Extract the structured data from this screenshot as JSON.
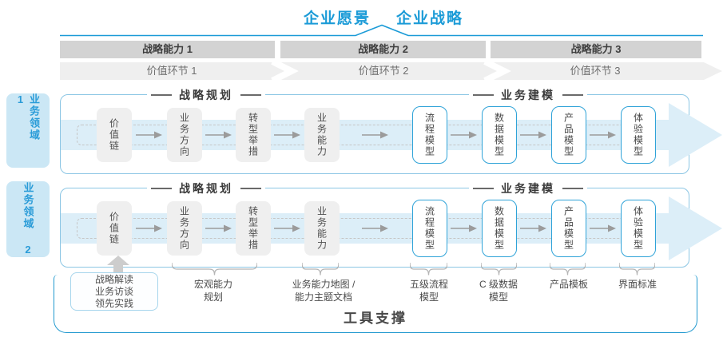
{
  "header": {
    "vision": "企业愿景",
    "strategy": "企业战略"
  },
  "capability_bars": [
    {
      "label": "战略能力 1"
    },
    {
      "label": "战略能力 2"
    },
    {
      "label": "战略能力 3"
    }
  ],
  "value_chain": [
    {
      "label": "价值环节 1"
    },
    {
      "label": "价值环节 2"
    },
    {
      "label": "价值环节 3"
    }
  ],
  "domains": [
    {
      "label": "业务领域 1"
    },
    {
      "label": "业务领域 2"
    }
  ],
  "rows": {
    "planning_header": "战略规划",
    "modeling_header": "业务建模",
    "gray_boxes": [
      "价值链",
      "业务方向",
      "转型举措",
      "业务能力"
    ],
    "blue_boxes": [
      "流程模型",
      "数据模型",
      "产品模型",
      "体验模型"
    ]
  },
  "practice_box": "战略解读\n业务访谈\n领先实践",
  "annotations": [
    "宏观能力\n规划",
    "业务能力地图 /\n能力主题文档",
    "五级流程\n模型",
    "C 级数据\n模型",
    "产品模板",
    "界面标准"
  ],
  "tool_support": "工具支撑",
  "colors": {
    "accent_blue": "#1b9bd7",
    "panel_border": "#8cc6e4",
    "node_border": "#2fa3d8",
    "arrow_band": "#dceef8",
    "bar_gray": "#d3d3d3",
    "strip_gray": "#efefef",
    "tool_border": "#2199cf"
  }
}
